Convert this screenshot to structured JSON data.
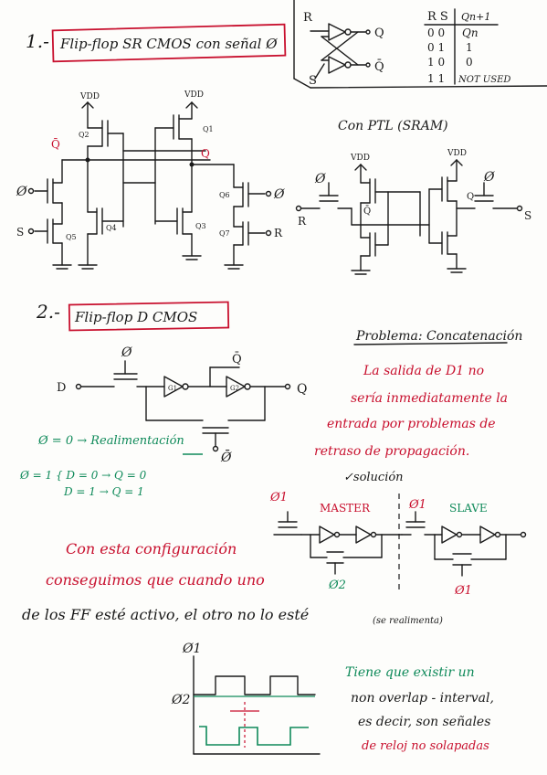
{
  "section1": {
    "number": "1.-",
    "title": "Flip-flop SR CMOS con señal Ø",
    "legend_inputs": [
      "R",
      "S"
    ],
    "legend_outputs": [
      "Q",
      "Q̄"
    ],
    "truth_table": {
      "headers": [
        "R S",
        "Qn+1"
      ],
      "rows": [
        [
          "0 0",
          "Qn"
        ],
        [
          "0 1",
          "1"
        ],
        [
          "1 0",
          "0"
        ],
        [
          "1 1",
          "NOT USED"
        ]
      ]
    },
    "circuit_labels": {
      "vdd_left": "VDD",
      "vdd_right": "VDD",
      "qbar": "Q̄",
      "q": "Q",
      "phi_left": "Ø",
      "phi_right": "Ø",
      "s_in": "S",
      "r_in": "R",
      "q2": "Q2",
      "q1": "Q1",
      "q6": "Q6",
      "q4": "Q4",
      "q5": "Q5",
      "q3": "Q3",
      "q7": "Q7"
    },
    "ptl": {
      "title": "Con PTL (SRAM)",
      "vdd_left": "VDD",
      "vdd_right": "VDD",
      "phi_left": "Ø",
      "phi_right": "Ø",
      "r": "R",
      "s": "S",
      "qbar": "Q̄",
      "q": "Q"
    }
  },
  "section2": {
    "number": "2.-",
    "title": "Flip-flop D CMOS",
    "labels": {
      "d": "D",
      "q": "Q",
      "qbar": "Q̄",
      "phi_top": "Ø",
      "phi_bottom": "Ø̄",
      "inv1": "G1",
      "inv2": "G2"
    },
    "feedback_note": "Ø = 0 → Realimentación",
    "phi_bar_note": "Ø̄",
    "rule1": "Ø = 1 { D = 0 → Q = 0",
    "rule2": "D = 1 → Q = 1",
    "problem_title": "Problema: Concatenación",
    "problem_text": [
      "La salida de D1 no",
      "sería inmediatamente la",
      "entrada por problemas de",
      "retraso de propagación."
    ],
    "solution": "✓solución",
    "ms": {
      "phi1": "Ø1",
      "phi2_under_master": "Ø2",
      "phi_mid": "Ø1",
      "phi2_under_slave": "Ø1",
      "master": "MASTER",
      "slave": "SLAVE"
    },
    "config_text": [
      "Con esta configuración",
      "conseguimos que cuando uno"
    ],
    "config_line3": "de los FF esté activo, el otro no lo esté",
    "config_aside": "(se realimenta)",
    "clock": {
      "phi1": "Ø1",
      "phi2": "Ø2"
    },
    "clock_text": [
      "Tiene que existir un",
      "non overlap - interval,",
      "es decir, son señales",
      "de reloj no solapadas"
    ]
  }
}
